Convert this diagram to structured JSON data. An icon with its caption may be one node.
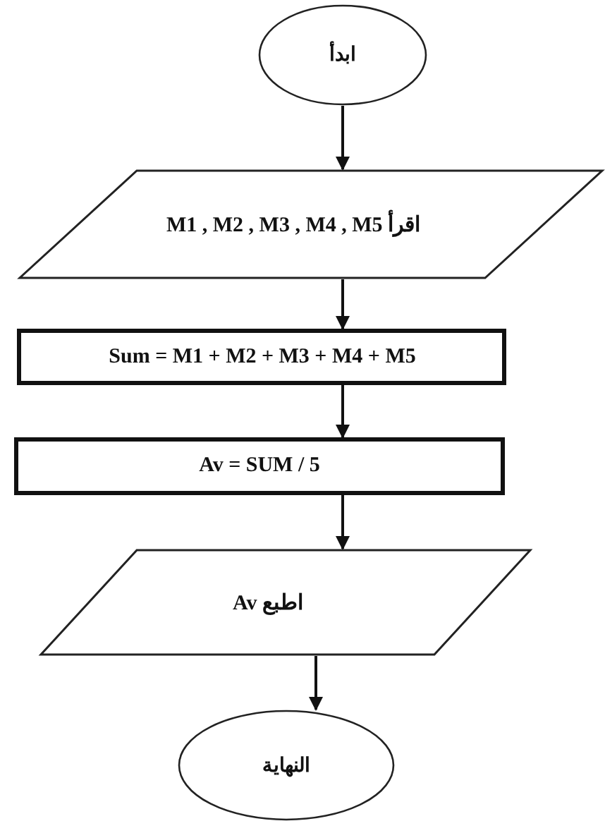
{
  "diagram": {
    "nodes": [
      {
        "text": [
          "ابدأ"
        ]
      },
      {
        "text": [
          "اقرأ M1 , M2 , M3 , M4 , M5"
        ]
      },
      {
        "text": [
          "Sum = M1 + M2 + M3 + M4 + M5"
        ]
      },
      {
        "text": [
          "Av = SUM / 5"
        ]
      },
      {
        "text": [
          "اطبع Av"
        ]
      },
      {
        "text": [
          "النهاية"
        ]
      }
    ],
    "edges": [
      {
        "from": 0,
        "to": 1,
        "arrow": "to"
      },
      {
        "from": 1,
        "to": 2,
        "arrow": "to"
      },
      {
        "from": 2,
        "to": 3,
        "arrow": "to"
      },
      {
        "from": 3,
        "to": 4,
        "arrow": "to"
      },
      {
        "from": 4,
        "to": 5,
        "arrow": "to"
      }
    ]
  }
}
